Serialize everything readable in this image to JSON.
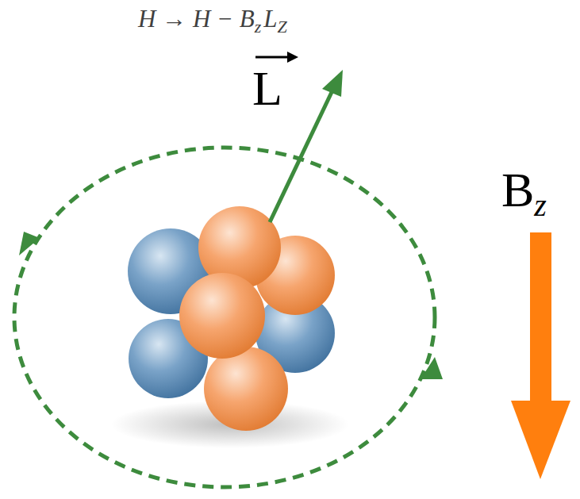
{
  "diagram": {
    "labels": [
      "H → H − B",
      "z",
      "L",
      "Z",
      "L",
      "B",
      "z"
    ]
  }
}
